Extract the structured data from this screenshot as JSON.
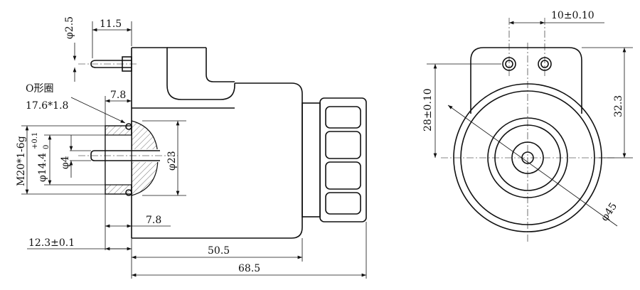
{
  "side_view": {
    "dim_pin_diameter": "φ2.5",
    "dim_pin_length": "11.5",
    "oring_label": "O形圈",
    "oring_size": "17.6*1.8",
    "dim_top_step": "7.8",
    "dim_thread": "M20*1-6g",
    "dim_bore": "φ14.4",
    "dim_bore_tol_upper": "+0.1",
    "dim_bore_tol_lower": "0",
    "dim_pin_inner": "φ4",
    "dim_boss": "φ23",
    "dim_bottom_step": "7.8",
    "dim_flange": "12.3±0.1",
    "dim_body_length": "50.5",
    "dim_total_length": "68.5"
  },
  "front_view": {
    "dim_hole_spacing": "10±0.10",
    "dim_hole_height": "28±0.10",
    "dim_tab_height": "32.3",
    "dim_outer_diameter": "φ45"
  }
}
